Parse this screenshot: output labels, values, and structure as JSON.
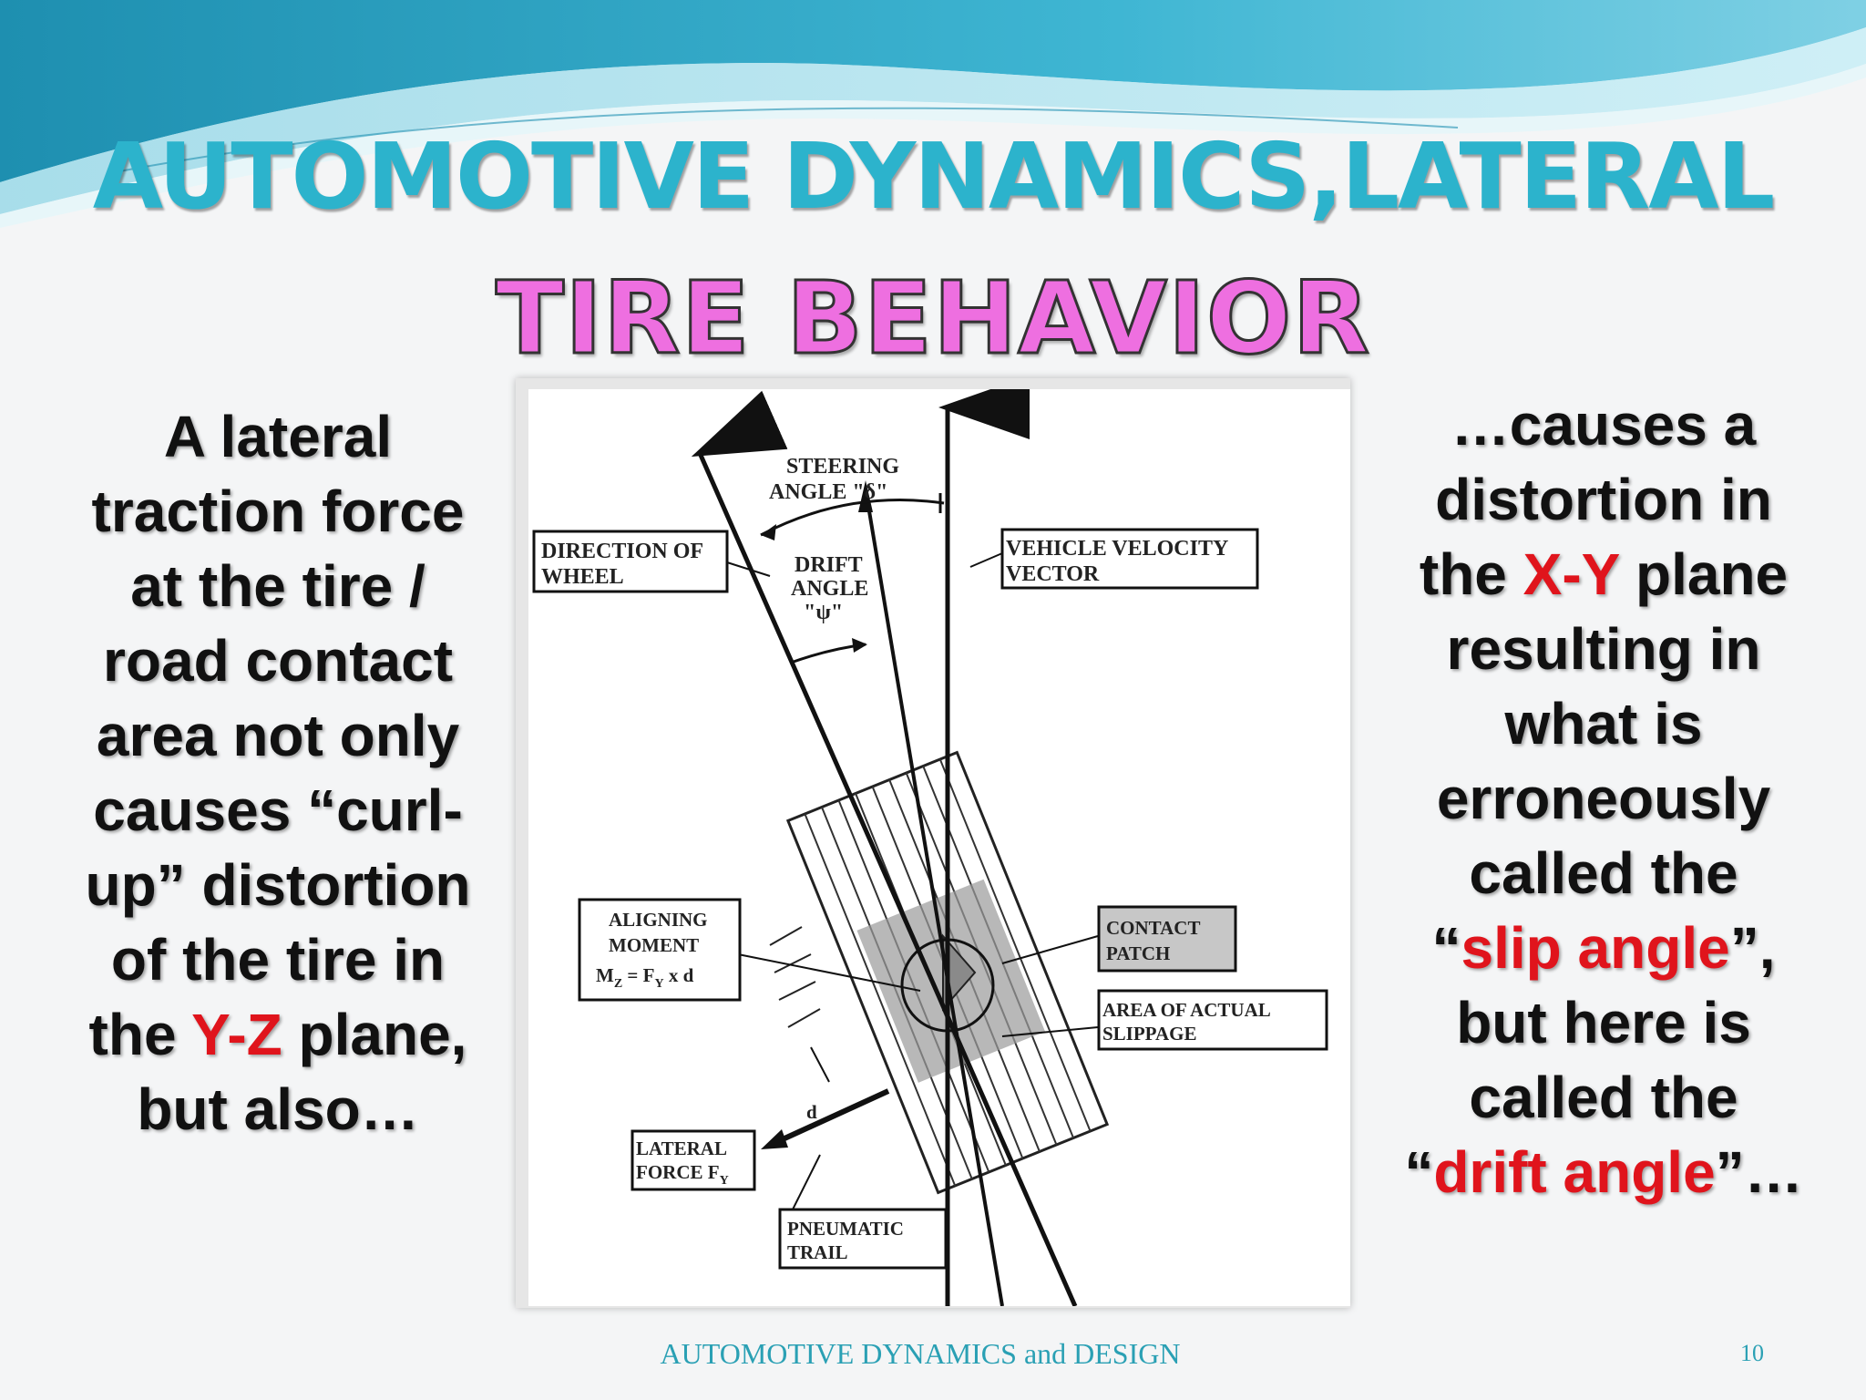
{
  "title": {
    "line1": "AUTOMOTIVE DYNAMICS,LATERAL",
    "line2": "TIRE BEHAVIOR"
  },
  "left_text": {
    "part1": "A lateral traction force at the tire / road contact area not only causes “curl-up” distortion of the tire in the ",
    "highlight": "Y-Z",
    "part2": " plane, but also…"
  },
  "right_text": {
    "part1": "…causes a distortion in the ",
    "highlight1": "X-Y",
    "part2": " plane resulting in what is erroneously called the “",
    "highlight2": "slip angle",
    "part3": "”, but here is called the “",
    "highlight3": "drift angle",
    "part4": "”…"
  },
  "diagram": {
    "steering_angle_1": "STEERING",
    "steering_angle_2": "ANGLE \"δ\"",
    "direction_of_wheel_1": "DIRECTION OF",
    "direction_of_wheel_2": "WHEEL",
    "drift_angle_1": "DRIFT",
    "drift_angle_2": "ANGLE",
    "drift_angle_3": "\"ψ\"",
    "vehicle_velocity_1": "VEHICLE VELOCITY",
    "vehicle_velocity_2": "VECTOR",
    "aligning_moment_1": "ALIGNING",
    "aligning_moment_2": "MOMENT",
    "aligning_moment_3": "M",
    "aligning_moment_3_sub": "Z",
    "aligning_moment_3_rest": " = F",
    "aligning_moment_3_sub2": "Y",
    "aligning_moment_3_end": " x d",
    "contact_patch_1": "CONTACT",
    "contact_patch_2": "PATCH",
    "area_slippage_1": "AREA OF ACTUAL",
    "area_slippage_2": "SLIPPAGE",
    "d_label": "d",
    "lateral_force_1": "LATERAL",
    "lateral_force_2": "FORCE F",
    "lateral_force_sub": "Y",
    "pneumatic_trail_1": "PNEUMATIC",
    "pneumatic_trail_2": "TRAIL"
  },
  "footer": {
    "text": "AUTOMOTIVE DYNAMICS and DESIGN",
    "page": "10"
  },
  "colors": {
    "title1": "#2cb3cc",
    "title2": "#ee6fe0",
    "highlight": "#e0141c",
    "footer": "#2aa0b4"
  }
}
